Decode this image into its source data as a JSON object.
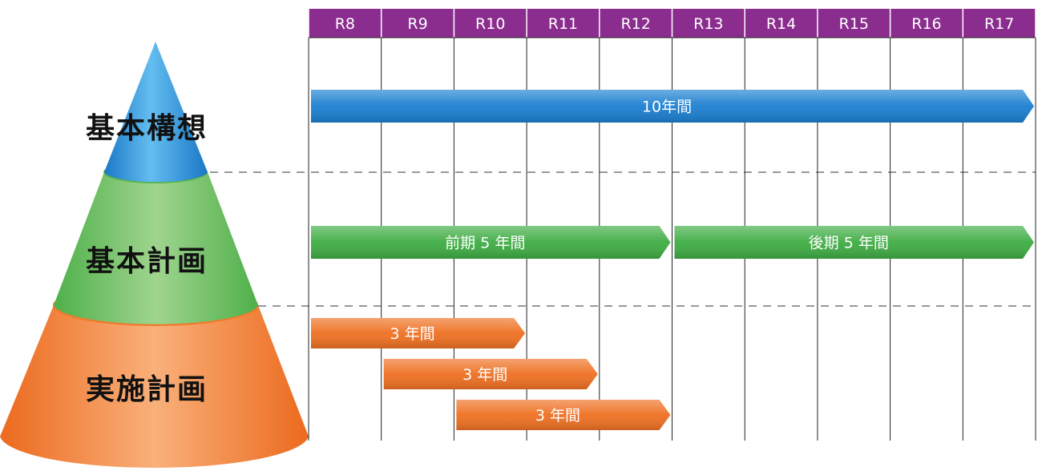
{
  "colors": {
    "header_bg": "#8b2c8f",
    "blue": "#1b7fd0",
    "green": "#3eac43",
    "orange": "#ee7022"
  },
  "years": [
    "R8",
    "R9",
    "R10",
    "R11",
    "R12",
    "R13",
    "R14",
    "R15",
    "R16",
    "R17"
  ],
  "tiers": [
    {
      "label": "基本構想",
      "color": "#1b7fd0"
    },
    {
      "label": "基本計画",
      "color": "#3eac43"
    },
    {
      "label": "実施計画",
      "color": "#ee7022"
    }
  ],
  "bars": [
    {
      "label": "10年間",
      "start_year": "R8",
      "end_year": "R17",
      "color": "#1b7fd0"
    },
    {
      "label": "前期 5 年間",
      "start_year": "R8",
      "end_year": "R12",
      "color": "#3eac43"
    },
    {
      "label": "後期 5 年間",
      "start_year": "R13",
      "end_year": "R17",
      "color": "#3eac43"
    },
    {
      "label": "3 年間",
      "start_year": "R8",
      "end_year": "R10",
      "color": "#ee7022"
    },
    {
      "label": "3 年間",
      "start_year": "R9",
      "end_year": "R11",
      "color": "#ee7022"
    },
    {
      "label": "3 年間",
      "start_year": "R10",
      "end_year": "R12",
      "color": "#ee7022"
    }
  ]
}
